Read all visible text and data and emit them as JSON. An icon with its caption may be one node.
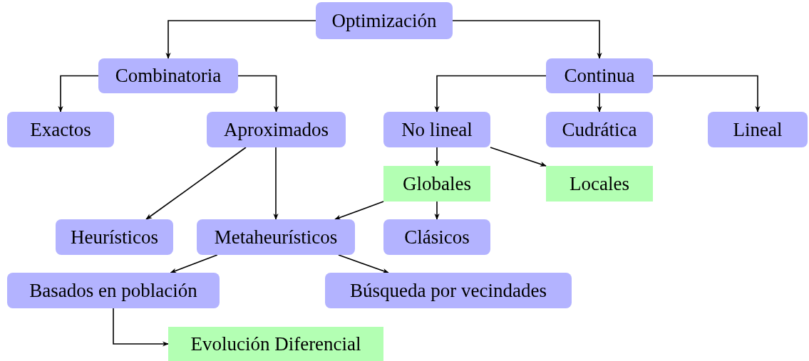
{
  "diagram": {
    "nodes": [
      {
        "text": [
          "Optimización"
        ]
      },
      {
        "text": [
          "Combinatoria"
        ]
      },
      {
        "text": [
          "Continua"
        ]
      },
      {
        "text": [
          "Exactos"
        ]
      },
      {
        "text": [
          "Aproximados"
        ]
      },
      {
        "text": [
          "No lineal"
        ]
      },
      {
        "text": [
          "Cudrática"
        ]
      },
      {
        "text": [
          "Lineal"
        ]
      },
      {
        "text": [
          "Globales"
        ]
      },
      {
        "text": [
          "Locales"
        ]
      },
      {
        "text": [
          "Heurísticos"
        ]
      },
      {
        "text": [
          "Metaheurísticos"
        ]
      },
      {
        "text": [
          "Clásicos"
        ]
      },
      {
        "text": [
          "Basados en población"
        ]
      },
      {
        "text": [
          "Búsqueda por vecindades"
        ]
      },
      {
        "text": [
          "Evolución Diferencial"
        ]
      }
    ],
    "edges": [
      {
        "from": 0,
        "to": 1,
        "arrow": "to"
      },
      {
        "from": 0,
        "to": 2,
        "arrow": "to"
      },
      {
        "from": 1,
        "to": 3,
        "arrow": "to"
      },
      {
        "from": 1,
        "to": 4,
        "arrow": "to"
      },
      {
        "from": 2,
        "to": 5,
        "arrow": "to"
      },
      {
        "from": 2,
        "to": 6,
        "arrow": "to"
      },
      {
        "from": 2,
        "to": 7,
        "arrow": "to"
      },
      {
        "from": 4,
        "to": 10,
        "arrow": "to"
      },
      {
        "from": 4,
        "to": 11,
        "arrow": "to"
      },
      {
        "from": 5,
        "to": 8,
        "arrow": "to"
      },
      {
        "from": 5,
        "to": 9,
        "arrow": "to"
      },
      {
        "from": 8,
        "to": 11,
        "arrow": "to"
      },
      {
        "from": 8,
        "to": 12,
        "arrow": "to"
      },
      {
        "from": 11,
        "to": 13,
        "arrow": "to"
      },
      {
        "from": 11,
        "to": 14,
        "arrow": "to"
      },
      {
        "from": 13,
        "to": 15,
        "arrow": "to"
      }
    ]
  }
}
